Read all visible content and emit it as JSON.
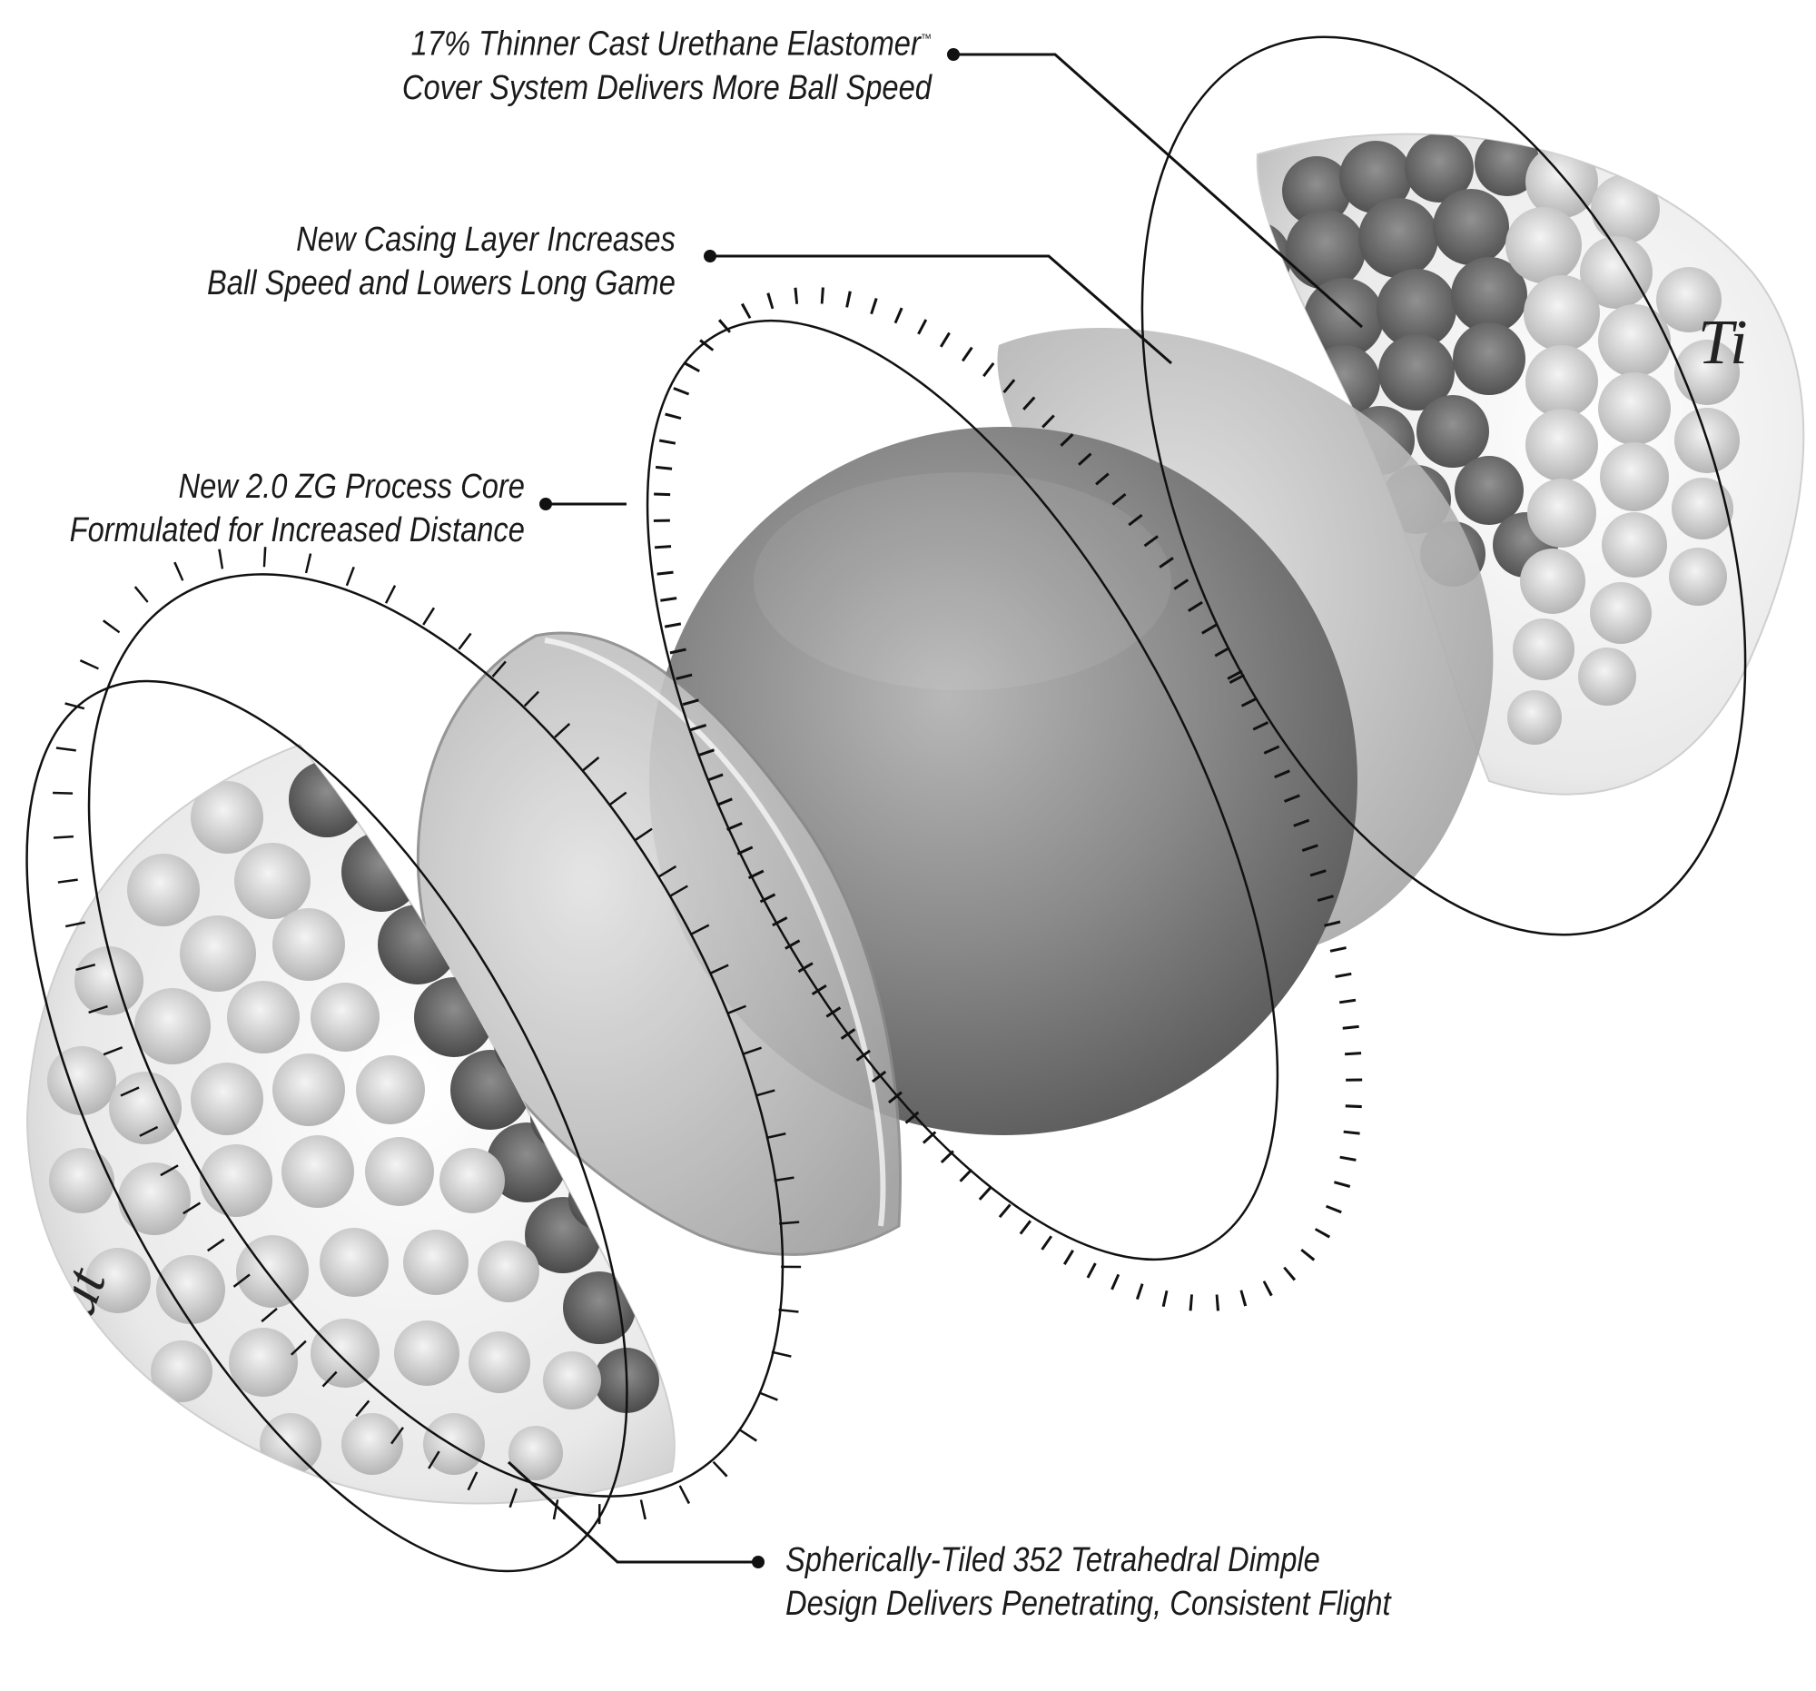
{
  "callouts": {
    "cover": {
      "line1": "17% Thinner Cast Urethane Elastomer",
      "trademark": "™",
      "line2": "Cover System Delivers More Ball Speed"
    },
    "casing": {
      "line1": "New Casing Layer Increases",
      "line2": "Ball Speed and Lowers Long Game"
    },
    "core": {
      "line1": "New 2.0 ZG Process Core",
      "line2": "Formulated for Increased Distance"
    },
    "dimple": {
      "line1": "Spherically-Tiled 352 Tetrahedral Dimple",
      "line2": "Design Delivers Penetrating, Consistent Flight"
    }
  },
  "colors": {
    "text": "#1a1a1a",
    "leader": "#1a1a1a",
    "core": "#7a7a7a",
    "casing": "#c4c4c4",
    "cover": "#f2f2f2",
    "dimple_shadow": "#5a5a5a"
  },
  "icons": [
    "golf-ball-cover-half-icon",
    "casing-shell-icon",
    "core-sphere-icon",
    "ring-outline-icon"
  ]
}
